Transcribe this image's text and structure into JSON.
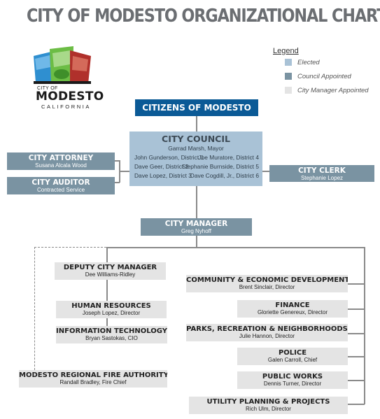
{
  "title": "CITY OF MODESTO ORGANIZATIONAL CHART",
  "logo": {
    "city_of": "CITY OF",
    "name": "MODESTO",
    "state": "CALIFORNIA"
  },
  "legend": {
    "title": "Legend",
    "items": [
      {
        "label": "Elected",
        "color": "#a9c2d6"
      },
      {
        "label": "Council Appointed",
        "color": "#7a93a2"
      },
      {
        "label": "City Manager Appointed",
        "color": "#e4e4e4"
      }
    ]
  },
  "colors": {
    "navy": "#0b5a96",
    "elected": "#a9c2d6",
    "council_appointed": "#7a93a2",
    "manager_appointed": "#e4e4e4",
    "title": "#6b6e72"
  },
  "citizens": {
    "title": "CITIZENS OF MODESTO"
  },
  "council": {
    "title": "CITY COUNCIL",
    "mayor": "Garrad Marsh, Mayor",
    "members": [
      "John Gunderson, District 1",
      "Joe Muratore, District 4",
      "Dave Geer, District 2",
      "Stephanie Burnside, District 5",
      "Dave Lopez, District 3",
      "Dave Cogdill, Jr., District 6"
    ]
  },
  "attorney": {
    "title": "CITY ATTORNEY",
    "name": "Susana Alcala Wood"
  },
  "auditor": {
    "title": "CITY AUDITOR",
    "name": "Contracted Service"
  },
  "clerk": {
    "title": "CITY CLERK",
    "name": "Stephanie Lopez"
  },
  "manager": {
    "title": "CITY MANAGER",
    "name": "Greg Nyhoff"
  },
  "left_departments": [
    {
      "title": "DEPUTY CITY MANAGER",
      "name": "Dee Williams-Ridley"
    },
    {
      "title": "HUMAN RESOURCES",
      "name": "Joseph Lopez, Director"
    },
    {
      "title": "INFORMATION TECHNOLOGY",
      "name": "Bryan Sastokas, CIO"
    }
  ],
  "fire": {
    "title": "MODESTO REGIONAL FIRE AUTHORITY",
    "name": "Randall Bradley, Fire Chief"
  },
  "right_departments": [
    {
      "title": "COMMUNITY & ECONOMIC DEVELOPMENT",
      "name": "Brent Sinclair, Director"
    },
    {
      "title": "FINANCE",
      "name": "Gloriette Genereux, Director"
    },
    {
      "title": "PARKS, RECREATION & NEIGHBORHOODS",
      "name": "Julie Hannon, Director"
    },
    {
      "title": "POLICE",
      "name": "Galen Carroll, Chief"
    },
    {
      "title": "PUBLIC WORKS",
      "name": "Dennis Turner, Director"
    },
    {
      "title": "UTILITY PLANNING & PROJECTS",
      "name": "Rich Ulm, Director"
    }
  ]
}
